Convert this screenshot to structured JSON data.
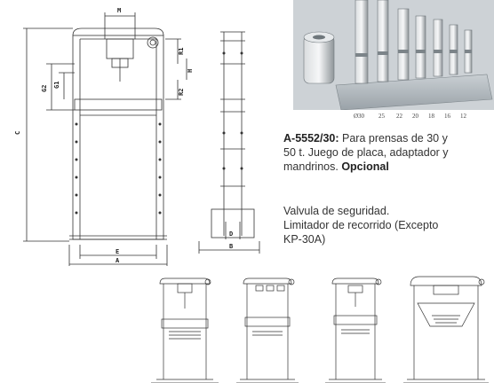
{
  "drawing": {
    "front": {
      "labels": {
        "M": "M",
        "R1": "R1",
        "H": "H",
        "R2": "R2",
        "G1": "G1",
        "G2": "G2",
        "C": "C",
        "E": "E",
        "A": "A"
      }
    },
    "side": {
      "labels": {
        "D": "D",
        "B": "B"
      }
    }
  },
  "photo": {
    "mandrel_sizes": [
      "Ø30",
      "25",
      "22",
      "20",
      "18",
      "16",
      "12"
    ]
  },
  "accessory": {
    "code": "A-5552/30:",
    "desc_line1": " Para prensas de 30 y",
    "desc_line2": "50 t. Juego de placa, adaptador y",
    "desc_line3a": "mandrinos. ",
    "optional": "Opcional"
  },
  "features": {
    "line1": "Valvula de seguridad.",
    "line2": "Limitador de recorrido (Excepto",
    "line3": "KP-30A)"
  }
}
